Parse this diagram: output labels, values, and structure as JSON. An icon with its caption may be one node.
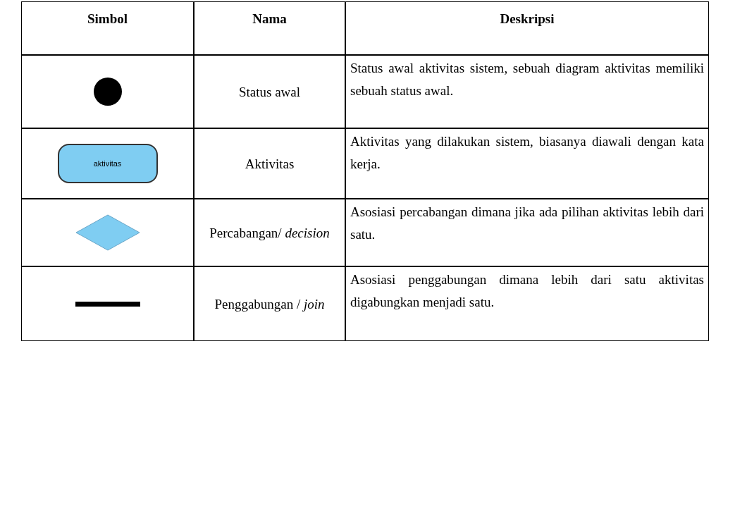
{
  "diagram": {
    "nodes": [
      {
        "text": [],
        "shape": "circle"
      },
      {
        "text": [
          "aktivitas"
        ]
      },
      {
        "text": [],
        "shape": "diamond"
      },
      {
        "text": [],
        "shape": "bar"
      }
    ],
    "labels": [
      "Simbol",
      "Nama",
      "Deskripsi",
      "Status awal",
      "Status awal aktivitas sistem, sebuah diagram aktivitas memiliki sebuah status awal.",
      "Aktivitas",
      "Aktivitas yang dilakukan sistem, biasanya diawali dengan kata kerja.",
      "Percabangan/ *decision*",
      "Asosiasi percabangan dimana jika ada pilihan aktivitas lebih dari satu.",
      "Penggabungan / *join*",
      "Asosiasi penggabungan dimana lebih dari satu aktivitas digabungkan menjadi satu."
    ]
  }
}
